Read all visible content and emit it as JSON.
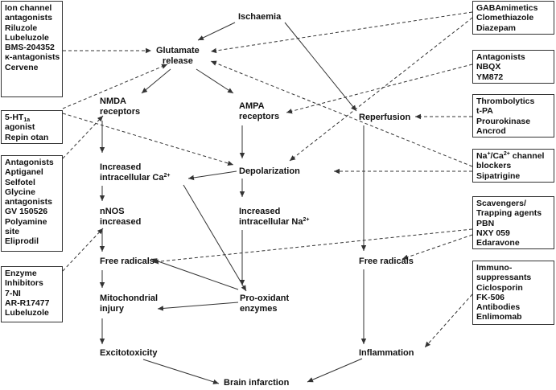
{
  "nodes": {
    "ischaemia": "Ischaemia",
    "glutamate_1": "Glutamate",
    "glutamate_2": "release",
    "nmda_1": "NMDA",
    "nmda_2": "receptors",
    "ampa_1": "AMPA",
    "ampa_2": "receptors",
    "reperfusion": "Reperfusion",
    "ica_1": "Increased",
    "ica_2": "intracellular Ca",
    "ica_sup": "2+",
    "depolarization": "Depolarization",
    "nnos_1": "nNOS",
    "nnos_2": "increased",
    "ina_1": "Increased",
    "ina_2": "intracellular Na",
    "ina_sup": "2+",
    "free_radicals_left": "Free radicals",
    "free_radicals_right": "Free radicals",
    "mito_1": "Mitochondrial",
    "mito_2": "injury",
    "prox_1": "Pro-oxidant",
    "prox_2": "enzymes",
    "excitotoxicity": "Excitotoxicity",
    "inflammation": "Inflammation",
    "brain_infarction": "Brain infarction"
  },
  "boxes": {
    "ion_channel": [
      "Ion channel",
      "antagonists",
      "Riluzole",
      "Lubeluzole",
      "BMS-204352",
      "κ-antagonists",
      "Cervene"
    ],
    "ht1a_line1_a": "5-HT",
    "ht1a_line1_sub": "1a",
    "ht1a_rest": [
      "agonist",
      "Repin otan"
    ],
    "nmda_antag": [
      "Antagonists",
      "Aptiganel",
      "Selfotel",
      "Glycine",
      "antagonists",
      "GV 150526",
      "Polyamine",
      "site",
      "Eliprodil"
    ],
    "enzyme": [
      "Enzyme",
      "Inhibitors",
      "7-NI",
      "AR-R17477",
      "Lubeluzole"
    ],
    "gaba": [
      "GABAmimetics",
      "Clomethiazole",
      "Diazepam"
    ],
    "ampa_antag": [
      "Antagonists",
      "NBQX",
      "YM872"
    ],
    "thrombo": [
      "Thrombolytics",
      "t-PA",
      "Prourokinase",
      "Ancrod"
    ],
    "nacablock_line1_a": "Na",
    "nacablock_line1_sup1": "+",
    "nacablock_line1_b": "/Ca",
    "nacablock_line1_sup2": "2+",
    "nacablock_line1_c": " channel",
    "nacablock_rest": [
      "blockers",
      "Sipatrigine"
    ],
    "scavengers": [
      "Scavengers/",
      "Trapping agents",
      "PBN",
      "NXY 059",
      "Edaravone"
    ],
    "immuno": [
      "Immuno-",
      "suppressants",
      "Ciclosporin",
      "FK-506",
      "Antibodies",
      "Enlimomab"
    ]
  },
  "colors": {
    "line": "#333333",
    "text": "#111111",
    "background": "#ffffff"
  }
}
